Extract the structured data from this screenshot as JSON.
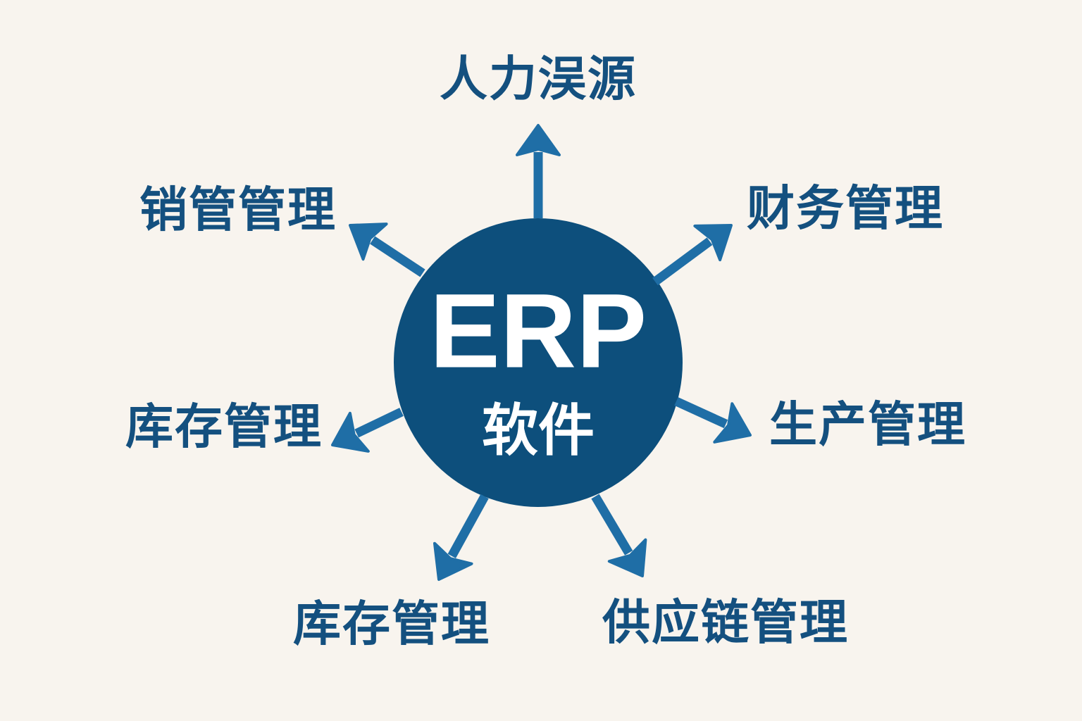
{
  "center": {
    "title": "ERP",
    "subtitle": "软件"
  },
  "modules": [
    {
      "label": "人力洖源",
      "direction": "top"
    },
    {
      "label": "销管管理",
      "direction": "top-left"
    },
    {
      "label": "财务管理",
      "direction": "top-right"
    },
    {
      "label": "库存管理",
      "direction": "left"
    },
    {
      "label": "生产管理",
      "direction": "right"
    },
    {
      "label": "库存管理",
      "direction": "bottom-left"
    },
    {
      "label": "供应链管理",
      "direction": "bottom-right"
    }
  ],
  "colors": {
    "background": "#f8f4ee",
    "circle": "#0d4f7c",
    "arrow": "#1f6ea6",
    "text": "#14507f"
  }
}
